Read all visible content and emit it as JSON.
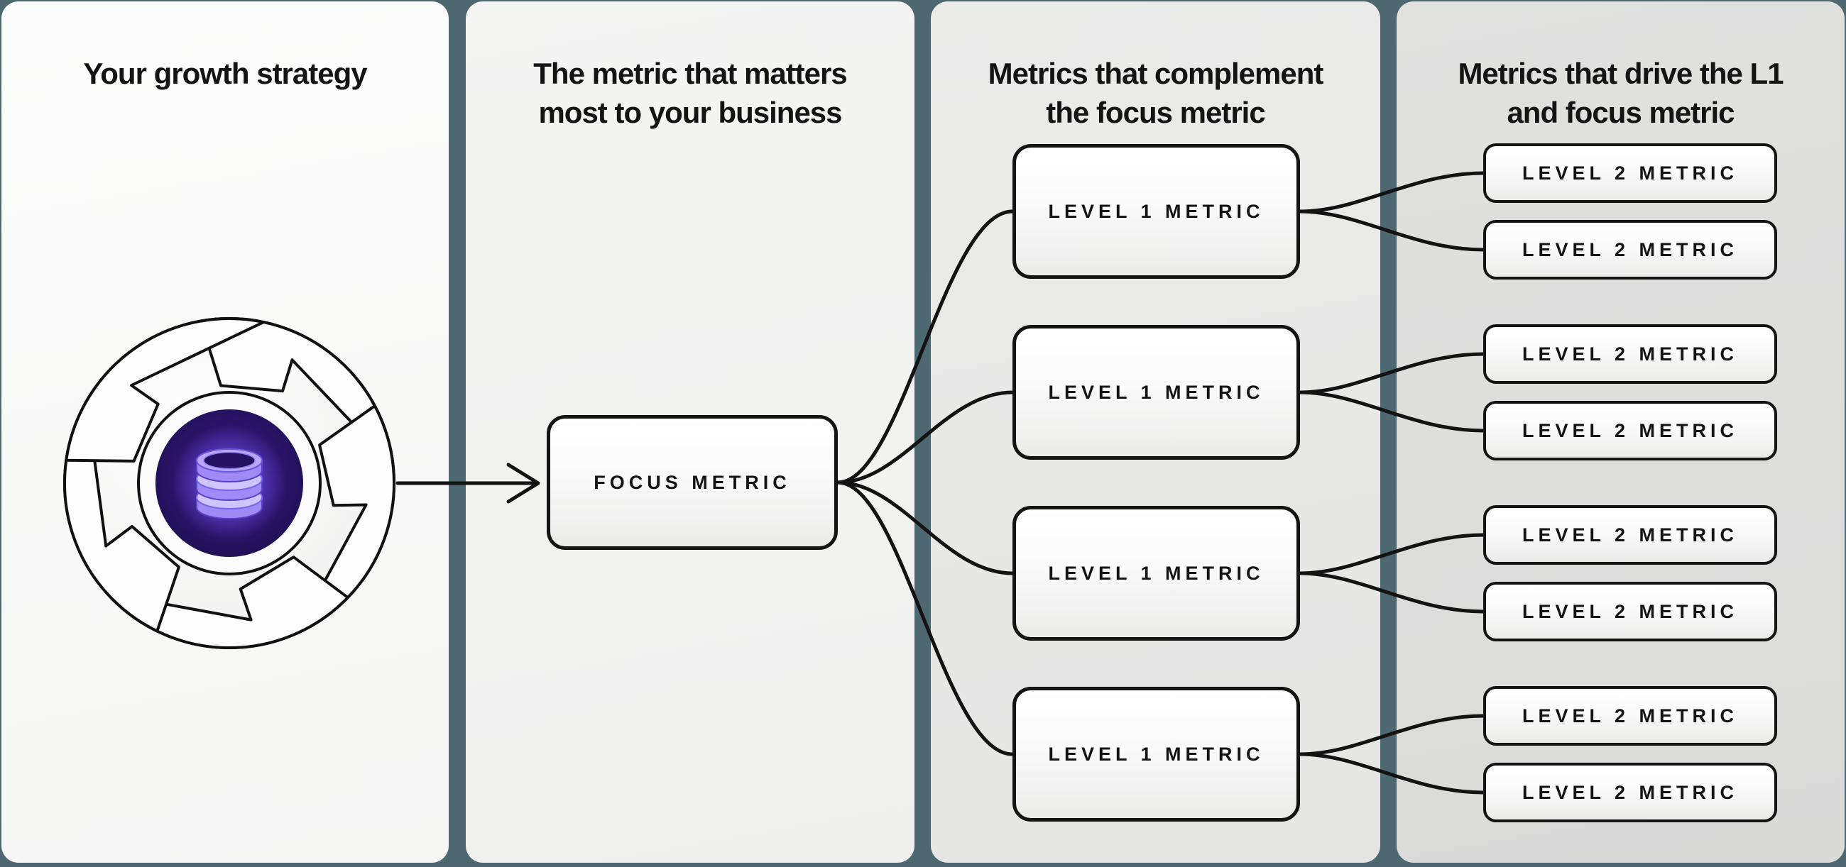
{
  "colors": {
    "background": "#4d6871",
    "line": "#131313",
    "text": "#141414",
    "accent_dark_purple": "#241162",
    "accent_light_purple": "#a18ef5"
  },
  "panels": [
    {
      "title_lines": [
        "Your growth strategy"
      ]
    },
    {
      "title_lines": [
        "The metric that matters",
        "most to your business"
      ]
    },
    {
      "title_lines": [
        "Metrics that complement",
        "the focus metric"
      ]
    },
    {
      "title_lines": [
        "Metrics that drive the L1",
        "and focus metric"
      ]
    }
  ],
  "focus_box": {
    "label": "FOCUS METRIC"
  },
  "l1_boxes": [
    {
      "label": "LEVEL 1 METRIC"
    },
    {
      "label": "LEVEL 1 METRIC"
    },
    {
      "label": "LEVEL 1 METRIC"
    },
    {
      "label": "LEVEL 1 METRIC"
    }
  ],
  "l2_boxes": [
    {
      "label": "LEVEL 2 METRIC"
    },
    {
      "label": "LEVEL 2 METRIC"
    },
    {
      "label": "LEVEL 2 METRIC"
    },
    {
      "label": "LEVEL 2 METRIC"
    },
    {
      "label": "LEVEL 2 METRIC"
    },
    {
      "label": "LEVEL 2 METRIC"
    },
    {
      "label": "LEVEL 2 METRIC"
    },
    {
      "label": "LEVEL 2 METRIC"
    }
  ],
  "icons": {
    "flywheel": "growth-flywheel-icon",
    "database": "database-icon"
  }
}
